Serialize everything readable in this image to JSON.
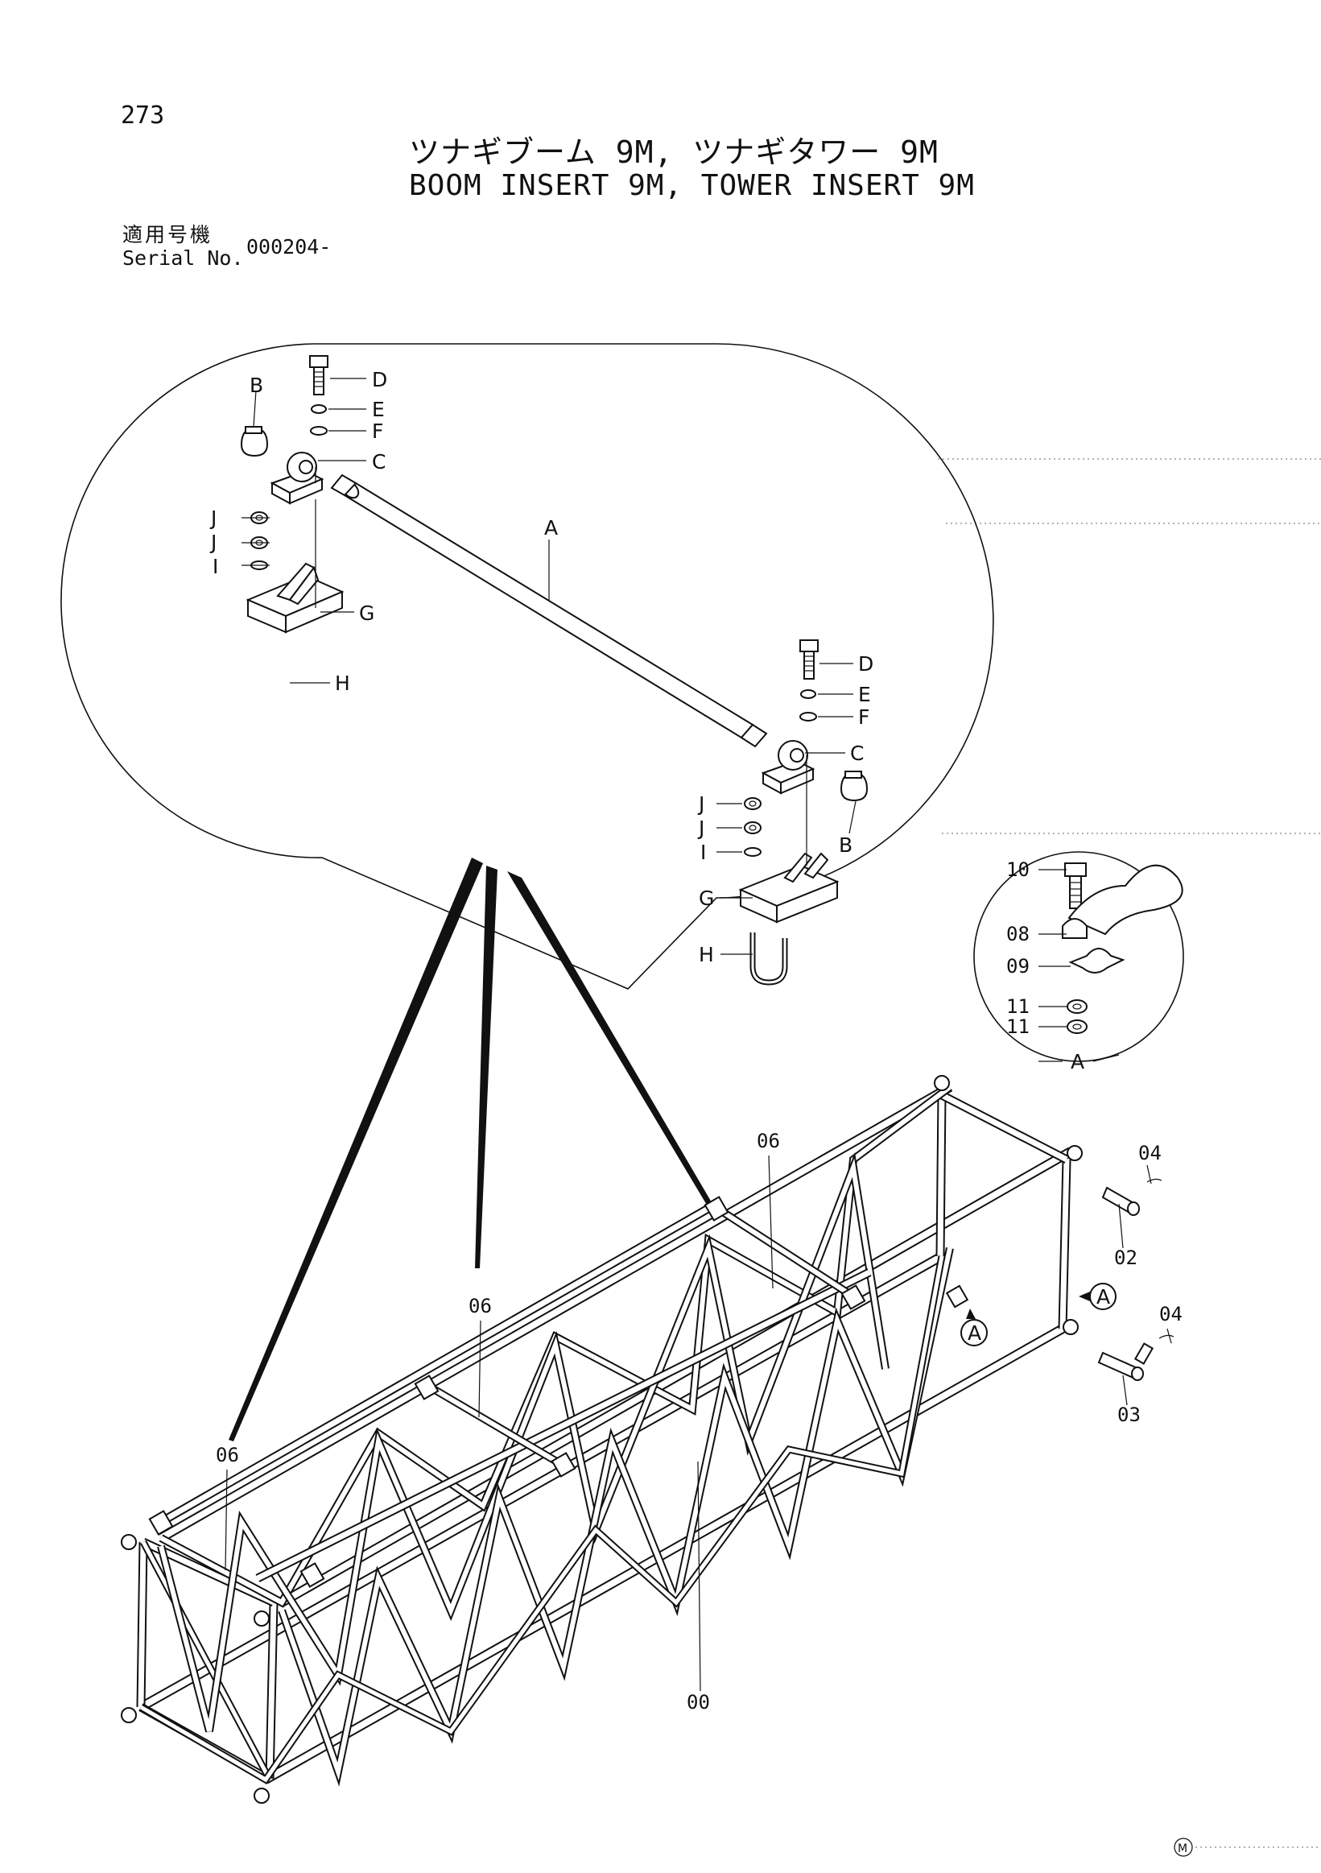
{
  "header": {
    "page_number": "273",
    "title_jp": "ツナギブーム 9M, ツナギタワー 9M",
    "title_en": "BOOM INSERT 9M, TOWER INSERT 9M"
  },
  "serial": {
    "label_jp": "適用号機",
    "label_en": "Serial No.",
    "value": "000204-"
  },
  "detail_callouts": {
    "A": "A",
    "B": "B",
    "C": "C",
    "D": "D",
    "E": "E",
    "F": "F",
    "G": "G",
    "H": "H",
    "I": "I",
    "J": "J"
  },
  "part_numbers": {
    "p00": "00",
    "p02": "02",
    "p03": "03",
    "p04": "04",
    "p06": "06",
    "p08": "08",
    "p09": "09",
    "p10": "10",
    "p11": "11"
  },
  "view_marker": "A",
  "footer_symbol": "M",
  "icons": [
    "bolt-icon",
    "washer-icon",
    "nut-icon",
    "u-bolt-icon",
    "pin-icon",
    "bracket-icon",
    "pillow-block-icon",
    "clamp-icon"
  ]
}
